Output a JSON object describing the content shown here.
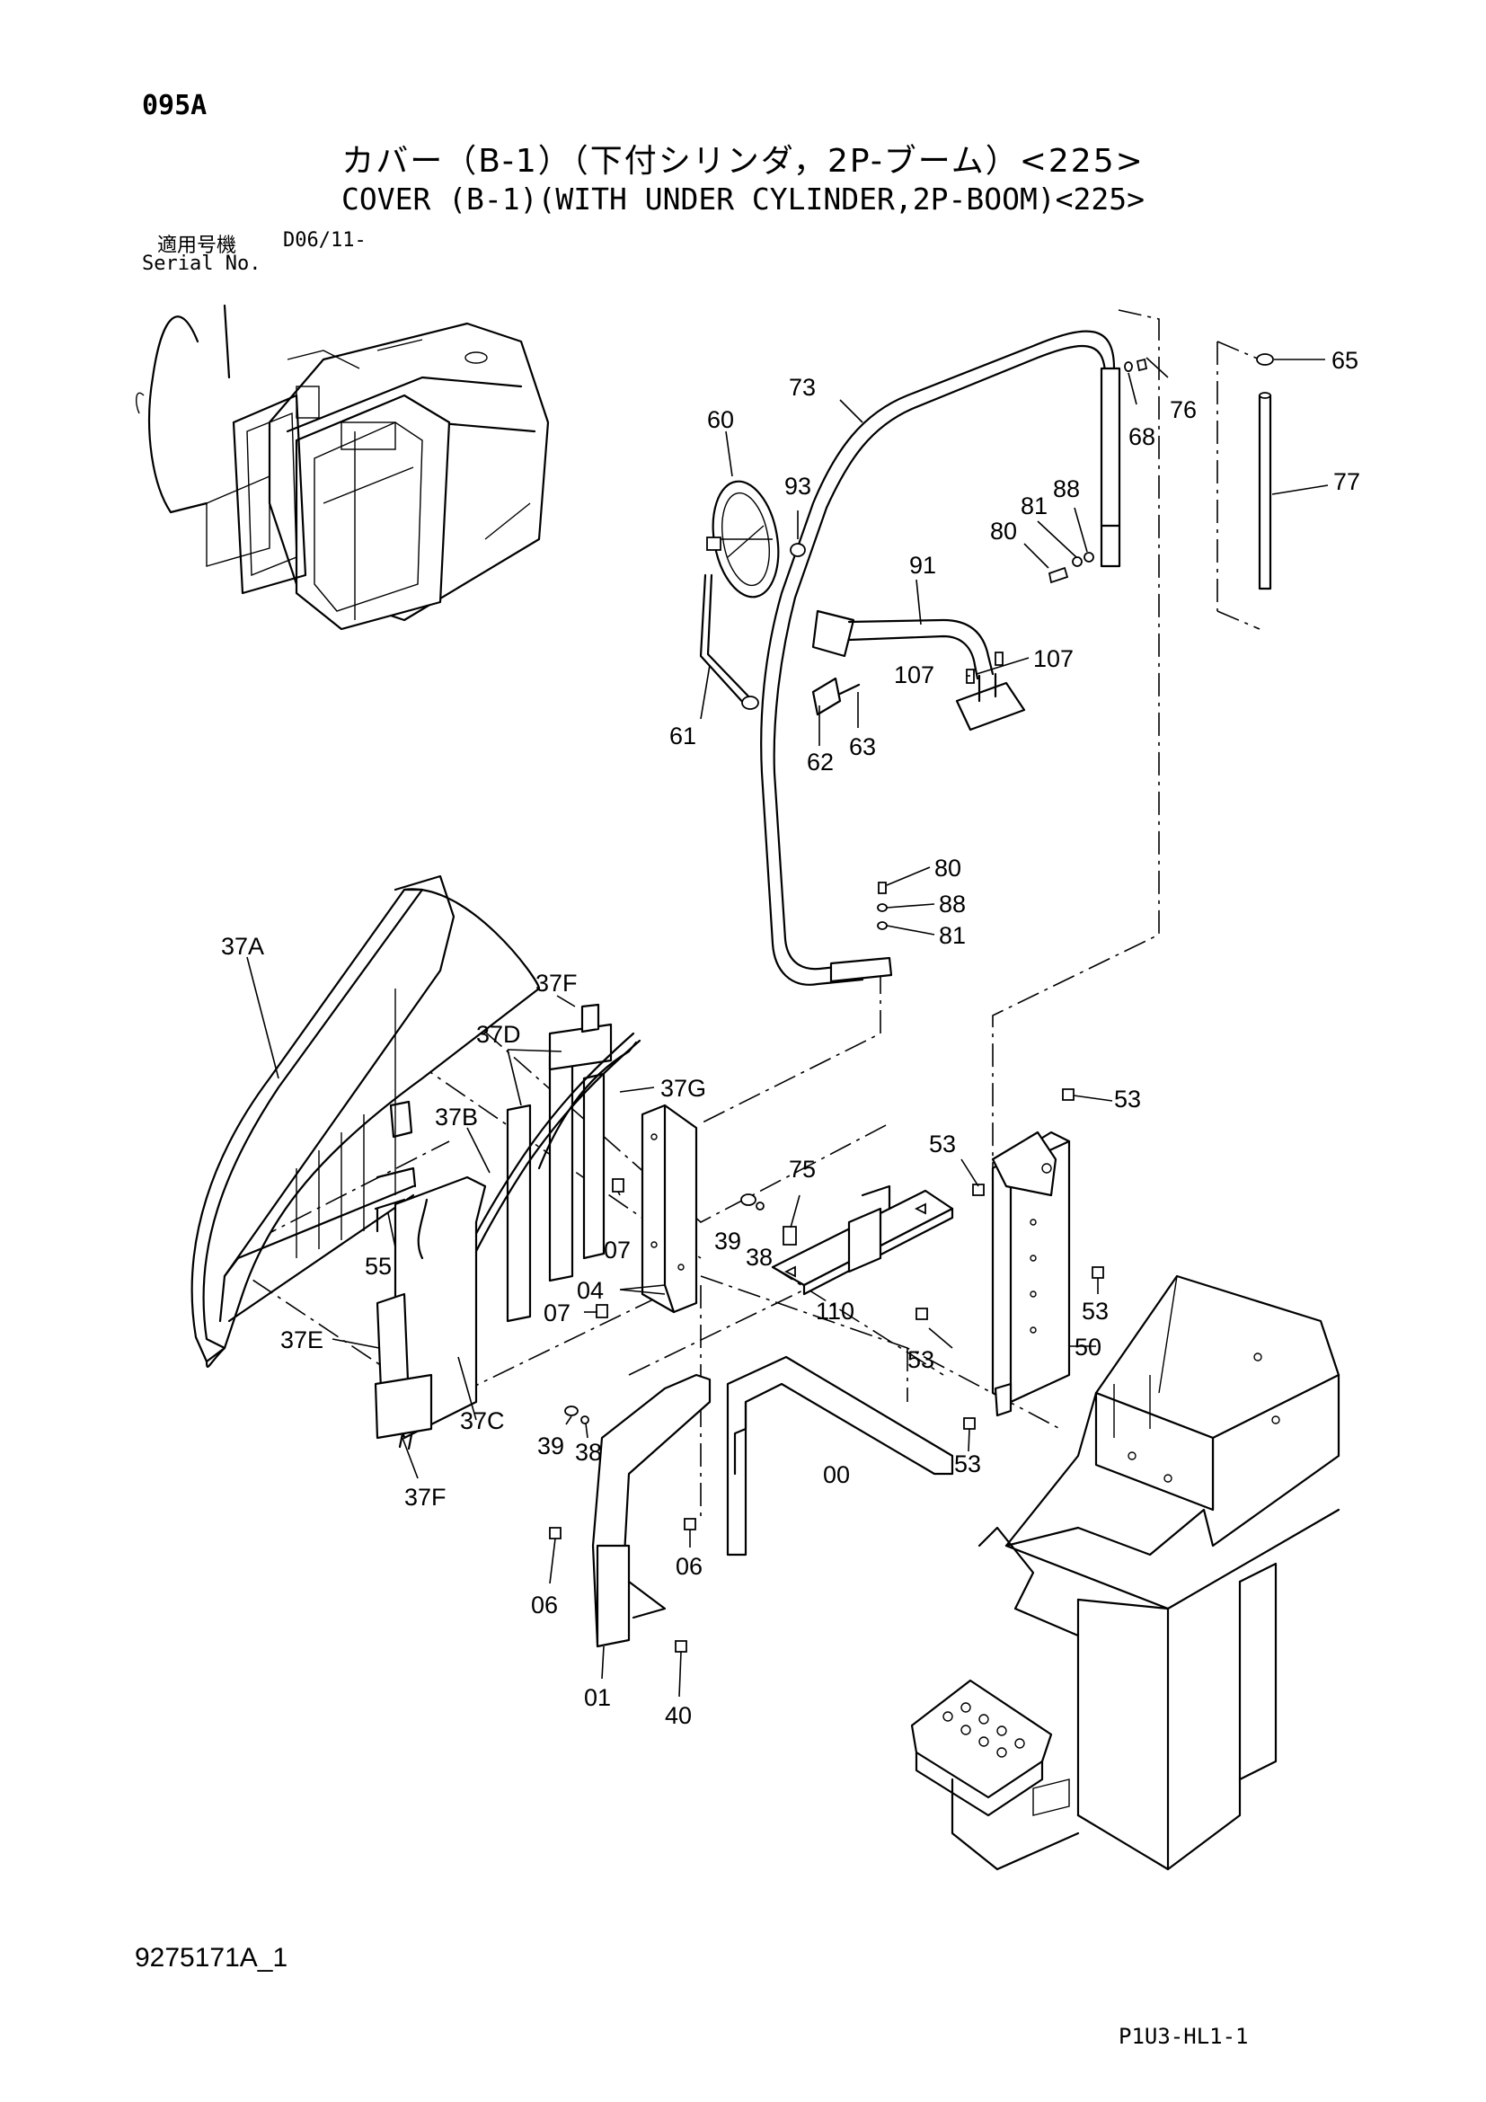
{
  "header": {
    "page_code": "095A",
    "title_jp": "カバー（B-1）（下付シリンダ，2P-ブーム）<225>",
    "title_en": "COVER (B-1)(WITH UNDER CYLINDER,2P-BOOM)<225>",
    "serial_label_jp": "適用号機",
    "serial_value": "D06/11-",
    "serial_label_en": "Serial No."
  },
  "callouts": {
    "c65": "65",
    "c76": "76",
    "c68": "68",
    "c77": "77",
    "c73": "73",
    "c60": "60",
    "c93": "93",
    "c88a": "88",
    "c81a": "81",
    "c80a": "80",
    "c91": "91",
    "c107a": "107",
    "c107b": "107",
    "c61": "61",
    "c62": "62",
    "c63": "63",
    "c80b": "80",
    "c88b": "88",
    "c81b": "81",
    "c37A": "37A",
    "c37F_top": "37F",
    "c37D": "37D",
    "c37G": "37G",
    "c37B": "37B",
    "c53a": "53",
    "c53b": "53",
    "c75": "75",
    "c39a": "39",
    "c38a": "38",
    "c07a": "07",
    "c55": "55",
    "c04": "04",
    "c07b": "07",
    "c53c": "53",
    "c110": "110",
    "c53d": "53",
    "c37E": "37E",
    "c50": "50",
    "c37C": "37C",
    "c39b": "39",
    "c38b": "38",
    "c00": "00",
    "c53e": "53",
    "c37F_bot": "37F",
    "c06a": "06",
    "c06b": "06",
    "c01": "01",
    "c40": "40"
  },
  "footer": {
    "doc_id": "9275171A_1",
    "sheet_code": "P1U3-HL1-1"
  }
}
